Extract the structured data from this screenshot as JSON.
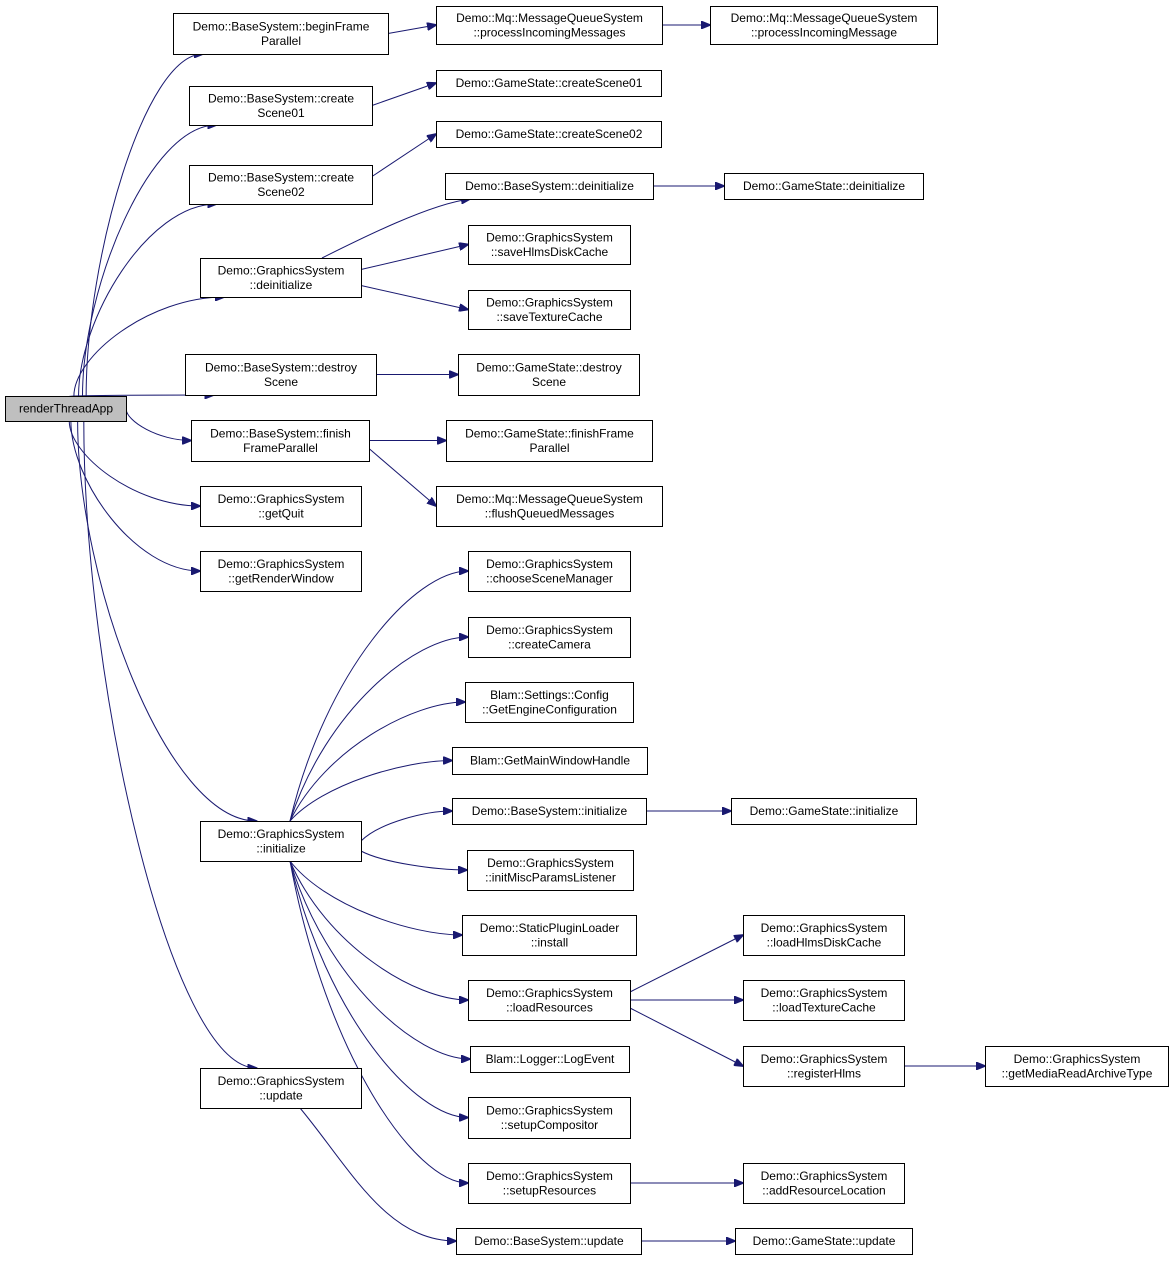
{
  "diagram": {
    "type": "call-graph",
    "colors": {
      "edge": "#191970",
      "root_fill": "#bfbfbf",
      "node_fill": "#ffffff",
      "border": "#000000"
    },
    "nodes": [
      {
        "id": "root",
        "lines": [
          "renderThreadApp"
        ],
        "root": true
      },
      {
        "id": "bs_bfp",
        "lines": [
          "Demo::BaseSystem::beginFrame",
          "Parallel"
        ]
      },
      {
        "id": "mq_pims",
        "lines": [
          "Demo::Mq::MessageQueueSystem",
          "::processIncomingMessages"
        ]
      },
      {
        "id": "mq_pim",
        "lines": [
          "Demo::Mq::MessageQueueSystem",
          "::processIncomingMessage"
        ]
      },
      {
        "id": "bs_cs1",
        "lines": [
          "Demo::BaseSystem::create",
          "Scene01"
        ]
      },
      {
        "id": "gs_cs1",
        "lines": [
          "Demo::GameState::createScene01"
        ]
      },
      {
        "id": "gs_cs2",
        "lines": [
          "Demo::GameState::createScene02"
        ]
      },
      {
        "id": "bs_cs2",
        "lines": [
          "Demo::BaseSystem::create",
          "Scene02"
        ]
      },
      {
        "id": "bs_deinit",
        "lines": [
          "Demo::BaseSystem::deinitialize"
        ]
      },
      {
        "id": "gst_deinit",
        "lines": [
          "Demo::GameState::deinitialize"
        ]
      },
      {
        "id": "gfx_shdc",
        "lines": [
          "Demo::GraphicsSystem",
          "::saveHlmsDiskCache"
        ]
      },
      {
        "id": "gfx_deinit",
        "lines": [
          "Demo::GraphicsSystem",
          "::deinitialize"
        ]
      },
      {
        "id": "gfx_stc",
        "lines": [
          "Demo::GraphicsSystem",
          "::saveTextureCache"
        ]
      },
      {
        "id": "bs_ds",
        "lines": [
          "Demo::BaseSystem::destroy",
          "Scene"
        ]
      },
      {
        "id": "gs_ds",
        "lines": [
          "Demo::GameState::destroy",
          "Scene"
        ]
      },
      {
        "id": "bs_ffp",
        "lines": [
          "Demo::BaseSystem::finish",
          "FrameParallel"
        ]
      },
      {
        "id": "gs_ffp",
        "lines": [
          "Demo::GameState::finishFrame",
          "Parallel"
        ]
      },
      {
        "id": "mq_fqm",
        "lines": [
          "Demo::Mq::MessageQueueSystem",
          "::flushQueuedMessages"
        ]
      },
      {
        "id": "gfx_gq",
        "lines": [
          "Demo::GraphicsSystem",
          "::getQuit"
        ]
      },
      {
        "id": "gfx_grw",
        "lines": [
          "Demo::GraphicsSystem",
          "::getRenderWindow"
        ]
      },
      {
        "id": "gfx_csm",
        "lines": [
          "Demo::GraphicsSystem",
          "::chooseSceneManager"
        ]
      },
      {
        "id": "gfx_cc",
        "lines": [
          "Demo::GraphicsSystem",
          "::createCamera"
        ]
      },
      {
        "id": "blam_gec",
        "lines": [
          "Blam::Settings::Config",
          "::GetEngineConfiguration"
        ]
      },
      {
        "id": "blam_gmwh",
        "lines": [
          "Blam::GetMainWindowHandle"
        ]
      },
      {
        "id": "bs_init",
        "lines": [
          "Demo::BaseSystem::initialize"
        ]
      },
      {
        "id": "gst_init",
        "lines": [
          "Demo::GameState::initialize"
        ]
      },
      {
        "id": "gfx_init",
        "lines": [
          "Demo::GraphicsSystem",
          "::initialize"
        ]
      },
      {
        "id": "gfx_impl",
        "lines": [
          "Demo::GraphicsSystem",
          "::initMiscParamsListener"
        ]
      },
      {
        "id": "spl_install",
        "lines": [
          "Demo::StaticPluginLoader",
          "::install"
        ]
      },
      {
        "id": "gfx_lhdc",
        "lines": [
          "Demo::GraphicsSystem",
          "::loadHlmsDiskCache"
        ]
      },
      {
        "id": "gfx_lr",
        "lines": [
          "Demo::GraphicsSystem",
          "::loadResources"
        ]
      },
      {
        "id": "gfx_ltc",
        "lines": [
          "Demo::GraphicsSystem",
          "::loadTextureCache"
        ]
      },
      {
        "id": "gfx_rh",
        "lines": [
          "Demo::GraphicsSystem",
          "::registerHlms"
        ]
      },
      {
        "id": "gfx_gmrat",
        "lines": [
          "Demo::GraphicsSystem",
          "::getMediaReadArchiveType"
        ]
      },
      {
        "id": "blam_log",
        "lines": [
          "Blam::Logger::LogEvent"
        ]
      },
      {
        "id": "gfx_update",
        "lines": [
          "Demo::GraphicsSystem",
          "::update"
        ]
      },
      {
        "id": "gfx_sc",
        "lines": [
          "Demo::GraphicsSystem",
          "::setupCompositor"
        ]
      },
      {
        "id": "gfx_sr",
        "lines": [
          "Demo::GraphicsSystem",
          "::setupResources"
        ]
      },
      {
        "id": "gfx_arl",
        "lines": [
          "Demo::GraphicsSystem",
          "::addResourceLocation"
        ]
      },
      {
        "id": "bs_update",
        "lines": [
          "Demo::BaseSystem::update"
        ]
      },
      {
        "id": "gst_update",
        "lines": [
          "Demo::GameState::update"
        ]
      }
    ],
    "edges": [
      [
        "root",
        "bs_bfp"
      ],
      [
        "root",
        "bs_cs1"
      ],
      [
        "root",
        "bs_cs2"
      ],
      [
        "root",
        "gfx_deinit"
      ],
      [
        "root",
        "bs_ds"
      ],
      [
        "root",
        "bs_ffp"
      ],
      [
        "root",
        "gfx_gq"
      ],
      [
        "root",
        "gfx_grw"
      ],
      [
        "root",
        "gfx_init"
      ],
      [
        "root",
        "gfx_update"
      ],
      [
        "bs_bfp",
        "mq_pims"
      ],
      [
        "mq_pims",
        "mq_pim"
      ],
      [
        "bs_cs1",
        "gs_cs1"
      ],
      [
        "bs_cs2",
        "gs_cs2"
      ],
      [
        "gfx_deinit",
        "bs_deinit"
      ],
      [
        "gfx_deinit",
        "gfx_shdc"
      ],
      [
        "gfx_deinit",
        "gfx_stc"
      ],
      [
        "bs_deinit",
        "gst_deinit"
      ],
      [
        "bs_ds",
        "gs_ds"
      ],
      [
        "bs_ffp",
        "gs_ffp"
      ],
      [
        "bs_ffp",
        "mq_fqm"
      ],
      [
        "gfx_init",
        "gfx_csm"
      ],
      [
        "gfx_init",
        "gfx_cc"
      ],
      [
        "gfx_init",
        "blam_gec"
      ],
      [
        "gfx_init",
        "blam_gmwh"
      ],
      [
        "gfx_init",
        "bs_init"
      ],
      [
        "gfx_init",
        "gfx_impl"
      ],
      [
        "gfx_init",
        "spl_install"
      ],
      [
        "gfx_init",
        "gfx_lr"
      ],
      [
        "gfx_init",
        "blam_log"
      ],
      [
        "gfx_init",
        "gfx_sc"
      ],
      [
        "gfx_init",
        "gfx_sr"
      ],
      [
        "bs_init",
        "gst_init"
      ],
      [
        "gfx_lr",
        "gfx_lhdc"
      ],
      [
        "gfx_lr",
        "gfx_ltc"
      ],
      [
        "gfx_lr",
        "gfx_rh"
      ],
      [
        "gfx_rh",
        "gfx_gmrat"
      ],
      [
        "gfx_sr",
        "gfx_arl"
      ],
      [
        "gfx_update",
        "bs_update"
      ],
      [
        "bs_update",
        "gst_update"
      ]
    ]
  }
}
